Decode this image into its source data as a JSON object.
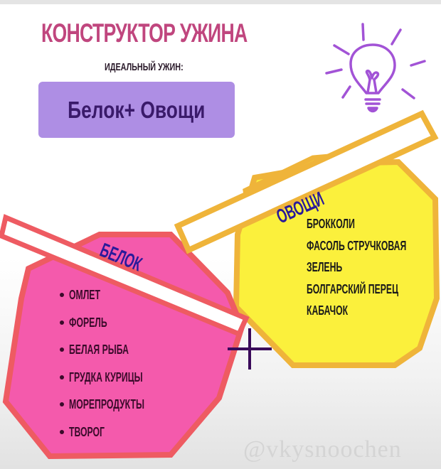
{
  "header": {
    "title": "КОНСТРУКТОР УЖИНА",
    "subtitle": "ИДЕАЛЬНЫЙ УЖИН:",
    "formula": "Белок+ Овощи"
  },
  "icons": {
    "lightbulb": "lightbulb-icon",
    "plus": "plus-icon"
  },
  "vegetables": {
    "label": "ОВОЩИ",
    "items": [
      "БРОККОЛИ",
      "ФАСОЛЬ СТРУЧКОВАЯ",
      "ЗЕЛЕНЬ",
      "БОЛГАРСКИЙ ПЕРЕЦ",
      "КАБАЧОК"
    ]
  },
  "protein": {
    "label": "БЕЛОК",
    "items": [
      "ОМЛЕТ",
      "ФОРЕЛЬ",
      "БЕЛАЯ РЫБА",
      "ГРУДКА КУРИЦЫ",
      "МОРЕПРОДУКТЫ",
      "ТВОРОГ"
    ]
  },
  "watermark": "@vkysnoochen",
  "colors": {
    "title": "#c0467e",
    "formula_bg": "#ae8ee4",
    "formula_text": "#3a1a6a",
    "protein_fill": "#f45aac",
    "protein_stroke": "#ee5b62",
    "veg_fill": "#fbf03c",
    "veg_stroke": "#efb43a",
    "label_text": "#2a1a9a",
    "bulb": "#a253d6",
    "plus": "#3a0a5a"
  }
}
